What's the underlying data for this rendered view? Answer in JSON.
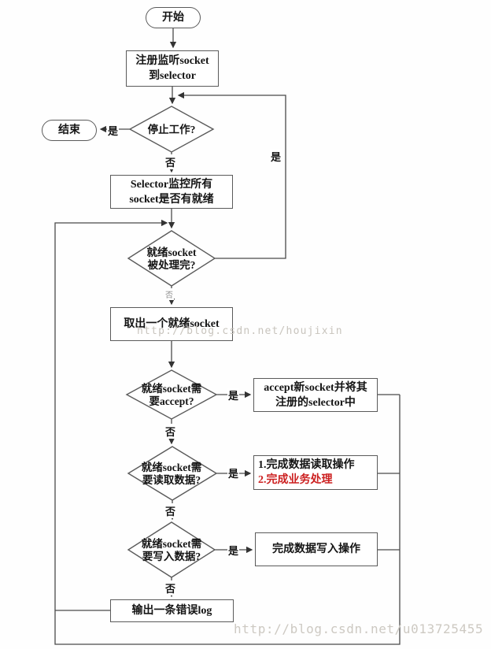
{
  "diagram_type": "flowchart",
  "colors": {
    "background": "#ffffff",
    "connector_line": "#4a4a4a",
    "node_border": "#5a5a5a",
    "node_text": "#141414",
    "red_text": "#cc2020",
    "watermark": "#c8c4bd",
    "faint_label": "#8f8f8f"
  },
  "nodes": {
    "start": {
      "label": "开始"
    },
    "register_socket": {
      "line1": "注册监听socket",
      "line2": "到selector"
    },
    "stop_check": {
      "label": "停止工作?"
    },
    "end": {
      "label": "结束"
    },
    "selector_monitor": {
      "line1": "Selector监控所有",
      "line2": "socket是否有就绪"
    },
    "processed_check": {
      "line1": "就绪socket",
      "line2": "被处理完?"
    },
    "take_socket": {
      "label": "取出一个就绪socket"
    },
    "accept_check": {
      "line1": "就绪socket需",
      "line2": "要accept?"
    },
    "accept_action": {
      "line1": "accept新socket并将其",
      "line2": "注册的selector中"
    },
    "read_check": {
      "line1": "就绪socket需",
      "line2": "要读取数据?"
    },
    "read_action": {
      "line1": "1.完成数据读取操作",
      "line2": "2.完成业务处理"
    },
    "write_check": {
      "line1": "就绪socket需",
      "line2": "要写入数据?"
    },
    "write_action": {
      "label": "完成数据写入操作"
    },
    "error_log": {
      "label": "输出一条错误log"
    }
  },
  "edge_labels": {
    "yes": "是",
    "no": "否"
  },
  "watermarks": {
    "middle": "http://blog.csdn.net/houjixin",
    "bottom": "http://blog.csdn.net/u013725455"
  }
}
